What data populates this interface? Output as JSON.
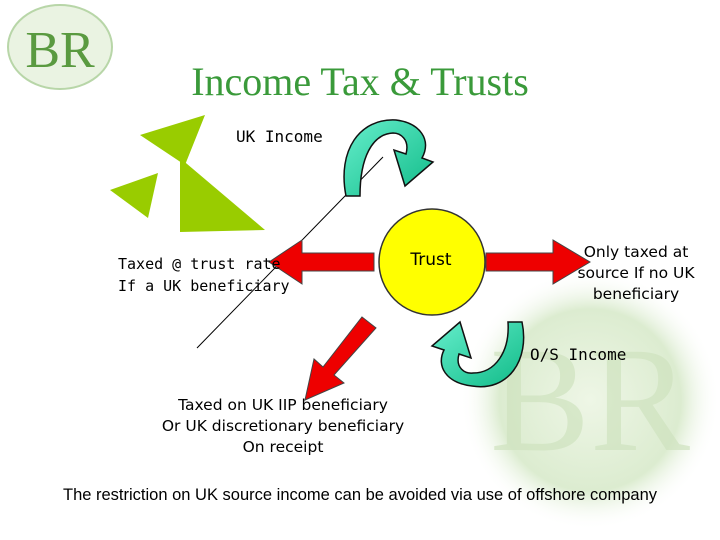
{
  "logo": {
    "text": "BR"
  },
  "title": "Income Tax & Trusts",
  "labels": {
    "uk_income": "UK Income",
    "taxed_trust_rate": [
      "Taxed @ trust rate",
      "If a UK beneficiary"
    ],
    "trust": "Trust",
    "only_taxed": [
      "Only taxed at",
      "source If no UK",
      "beneficiary"
    ],
    "os_income": "O/S Income",
    "taxed_iip": [
      "Taxed on UK IIP beneficiary",
      "Or UK discretionary beneficiary",
      "On receipt"
    ]
  },
  "footer": "The restriction on UK source income can be avoided via use of offshore company",
  "colors": {
    "title": "#3a9a3a",
    "logo": "#5a9a40",
    "triangles": "#99cc00",
    "trust_fill": "#ffff00",
    "arrow_red": "#ee0000",
    "curved_arrow_fill": "#33ddaa",
    "watermark": "#d6e8c6"
  }
}
